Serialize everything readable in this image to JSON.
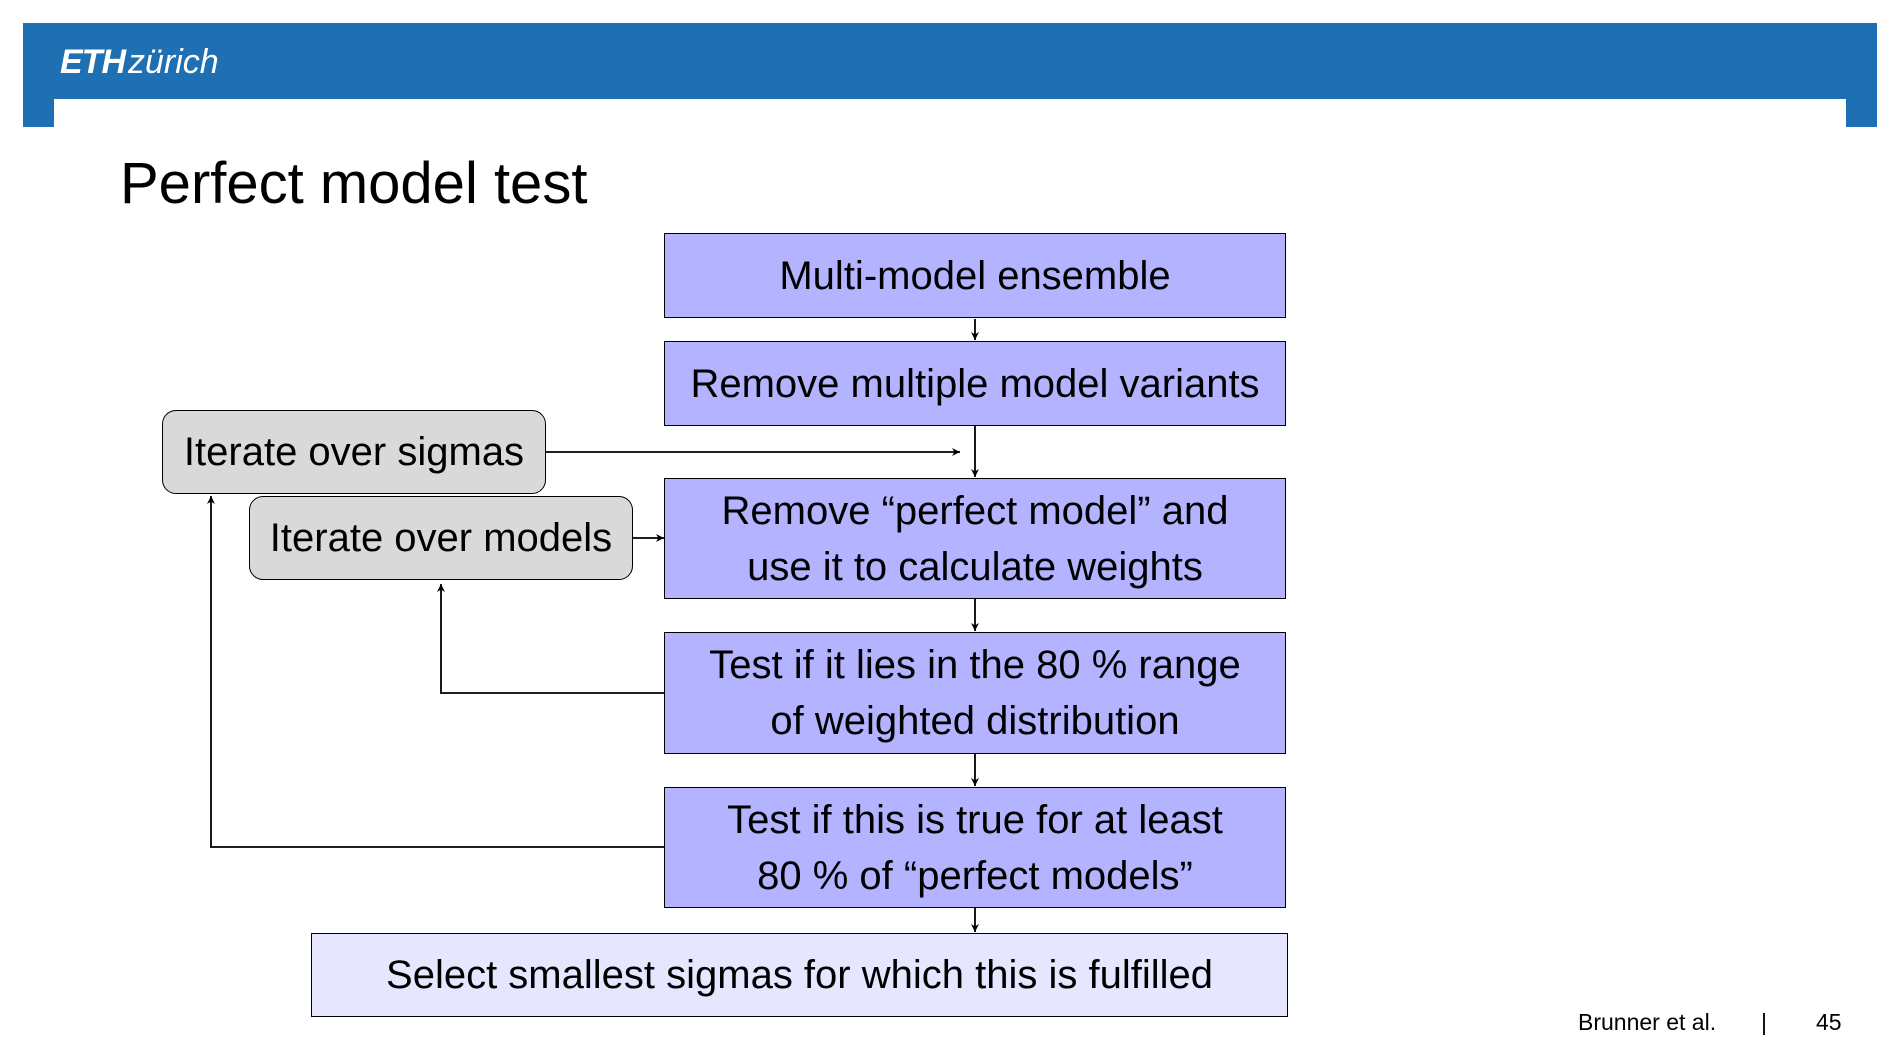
{
  "header": {
    "logo_eth": "ETH",
    "logo_zurich": "zürich",
    "brand_color": "#1f6fb3"
  },
  "slide": {
    "title": "Perfect model test"
  },
  "diagram": {
    "nodes": {
      "ensemble": "Multi-model ensemble",
      "remove_variants": "Remove multiple model variants",
      "remove_perfect": "Remove “perfect model” and\nuse it to calculate weights",
      "test_range": "Test if it lies in the 80 % range\nof weighted distribution",
      "test_true": "Test if this is true for at least\n80 % of “perfect models”",
      "select_sigmas": "Select smallest sigmas for which this is fulfilled",
      "iterate_sigmas": "Iterate over sigmas",
      "iterate_models": "Iterate over models"
    },
    "colors": {
      "main_box": "#b3b3ff",
      "final_box": "#e6e6ff",
      "loop_box": "#d9d9d9"
    }
  },
  "footer": {
    "author": "Brunner et al.",
    "separator": "|",
    "page_number": "45"
  }
}
